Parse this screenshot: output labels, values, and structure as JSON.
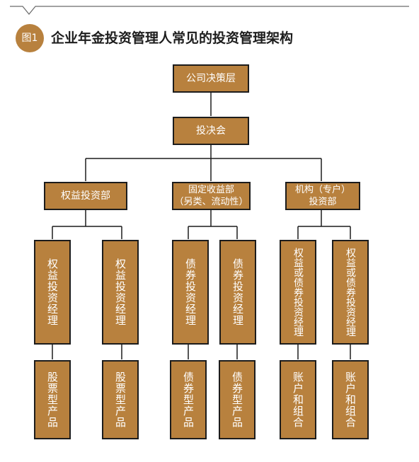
{
  "header": {
    "badge": "图1",
    "title": "企业年金投资管理人常见的投资管理架构"
  },
  "chart": {
    "root": "公司决策层",
    "committee": "投决会",
    "departments": [
      {
        "line1": "权益投资部",
        "line2": ""
      },
      {
        "line1": "固定收益部",
        "line2": "（另类、流动性）"
      },
      {
        "line1": "机构（专户）",
        "line2": "投资部"
      }
    ],
    "managers": [
      "权益投资经理",
      "权益投资经理",
      "债券投资经理",
      "债券投资经理",
      "权益或债券投资经理",
      "权益或债券投资经理"
    ],
    "products": [
      "股票型产品",
      "股票型产品",
      "债券型产品",
      "债券型产品",
      "账户和组合",
      "账户和组合"
    ]
  },
  "colors": {
    "box_fill": "#b8813e",
    "box_border": "#1c1c1c",
    "line": "#1c1c1c"
  }
}
